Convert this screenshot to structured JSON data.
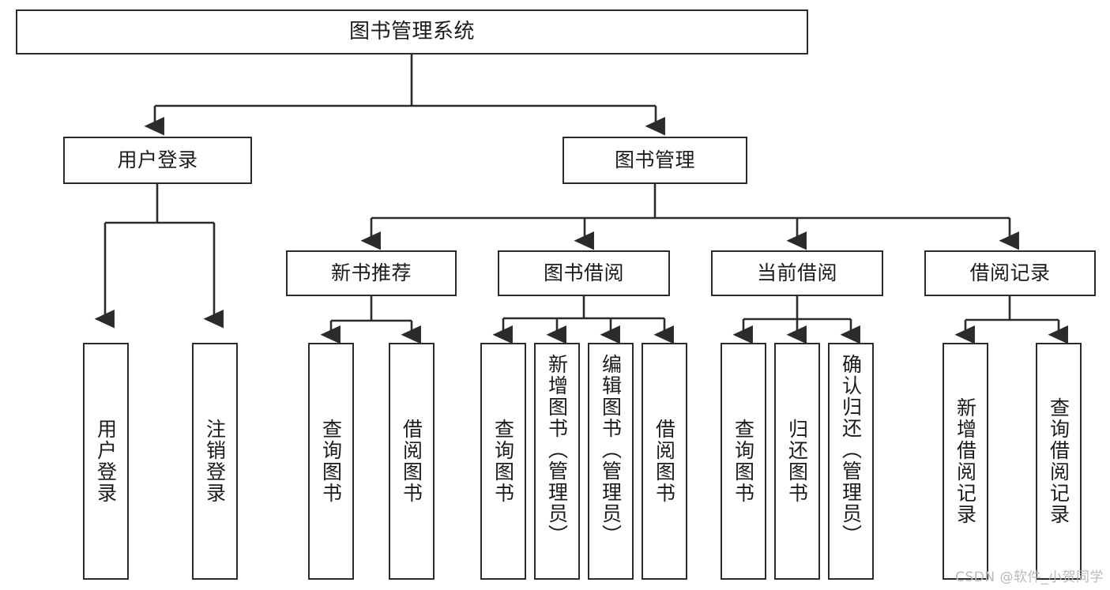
{
  "diagram": {
    "title": "图书管理系统",
    "type": "tree-hierarchy-chart",
    "watermark": "CSDN @软件_小贺同学",
    "colors": {
      "border": "#2b2b2b",
      "background": "#ffffff",
      "text": "#1b1b1b",
      "watermark": "#b9b9b9"
    },
    "levels": {
      "root": [
        "图书管理系统"
      ],
      "level2": [
        "用户登录",
        "图书管理"
      ],
      "level3": [
        "新书推荐",
        "图书借阅",
        "当前借阅",
        "借阅记录"
      ],
      "leaves": [
        "用户登录",
        "注销登录",
        "查询图书",
        "借阅图书",
        "查询图书",
        "新增图书（管理员）",
        "编辑图书（管理员）",
        "借阅图书",
        "查询图书",
        "归还图书",
        "确认归还（管理员）",
        "新增借阅记录",
        "查询借阅记录"
      ]
    },
    "nodes": {
      "root": {
        "label": "图书管理系统"
      },
      "user_login": {
        "label": "用户登录"
      },
      "book_manage": {
        "label": "图书管理"
      },
      "new_book_rec": {
        "label": "新书推荐"
      },
      "book_borrow": {
        "label": "图书借阅"
      },
      "current_borrow": {
        "label": "当前借阅"
      },
      "borrow_record": {
        "label": "借阅记录"
      },
      "leaf_user_login": {
        "label": "用户登录"
      },
      "leaf_logout": {
        "label": "注销登录"
      },
      "leaf_query_book_a": {
        "label": "查询图书"
      },
      "leaf_borrow_book_a": {
        "label": "借阅图书"
      },
      "leaf_query_book_b": {
        "label": "查询图书"
      },
      "leaf_add_book": {
        "label": "新增图书（管理员）"
      },
      "leaf_edit_book": {
        "label": "编辑图书（管理员）"
      },
      "leaf_borrow_book_b": {
        "label": "借阅图书"
      },
      "leaf_query_book_c": {
        "label": "查询图书"
      },
      "leaf_return_book": {
        "label": "归还图书"
      },
      "leaf_confirm_return": {
        "label": "确认归还（管理员）"
      },
      "leaf_add_record": {
        "label": "新增借阅记录"
      },
      "leaf_query_record": {
        "label": "查询借阅记录"
      }
    }
  }
}
